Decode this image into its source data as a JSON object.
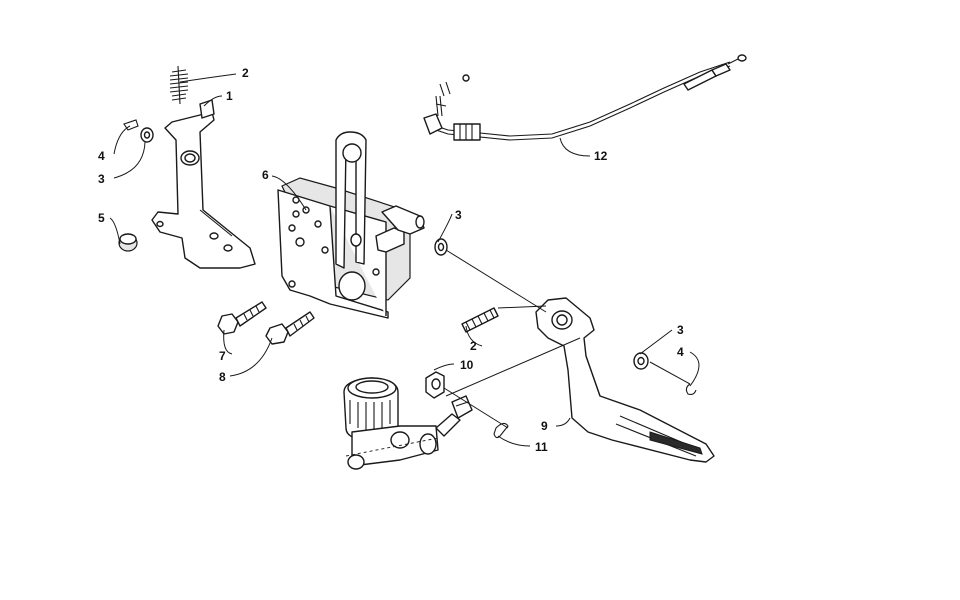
{
  "callouts": [
    {
      "id": "c1",
      "label": "1"
    },
    {
      "id": "c2a",
      "label": "2"
    },
    {
      "id": "c2b",
      "label": "2"
    },
    {
      "id": "c3a",
      "label": "3"
    },
    {
      "id": "c3b",
      "label": "3"
    },
    {
      "id": "c3c",
      "label": "3"
    },
    {
      "id": "c4a",
      "label": "4"
    },
    {
      "id": "c4b",
      "label": "4"
    },
    {
      "id": "c5",
      "label": "5"
    },
    {
      "id": "c6",
      "label": "6"
    },
    {
      "id": "c7",
      "label": "7"
    },
    {
      "id": "c8",
      "label": "8"
    },
    {
      "id": "c9",
      "label": "9"
    },
    {
      "id": "c10",
      "label": "10"
    },
    {
      "id": "c11",
      "label": "11"
    },
    {
      "id": "c12",
      "label": "12"
    }
  ]
}
